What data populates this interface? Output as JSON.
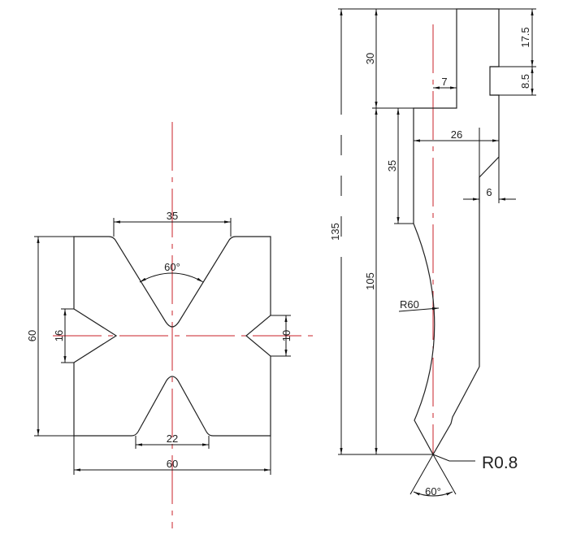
{
  "left_view": {
    "dims": {
      "top_opening": "35",
      "height": "60",
      "left_notch": "16",
      "right_notch": "10",
      "bottom_opening": "22",
      "width": "60",
      "angle": "60°"
    }
  },
  "right_view": {
    "dims": {
      "total_height": "135",
      "top_height": "30",
      "body_height": "105",
      "step": "35",
      "offset": "7",
      "width": "26",
      "chamfer": "6",
      "upper": "17.5",
      "slot": "8.5",
      "radius": "R60",
      "tip_radius": "R0.8",
      "tip_angle": "60°"
    }
  },
  "colors": {
    "line": "#222222",
    "centerline": "#c8202a"
  }
}
